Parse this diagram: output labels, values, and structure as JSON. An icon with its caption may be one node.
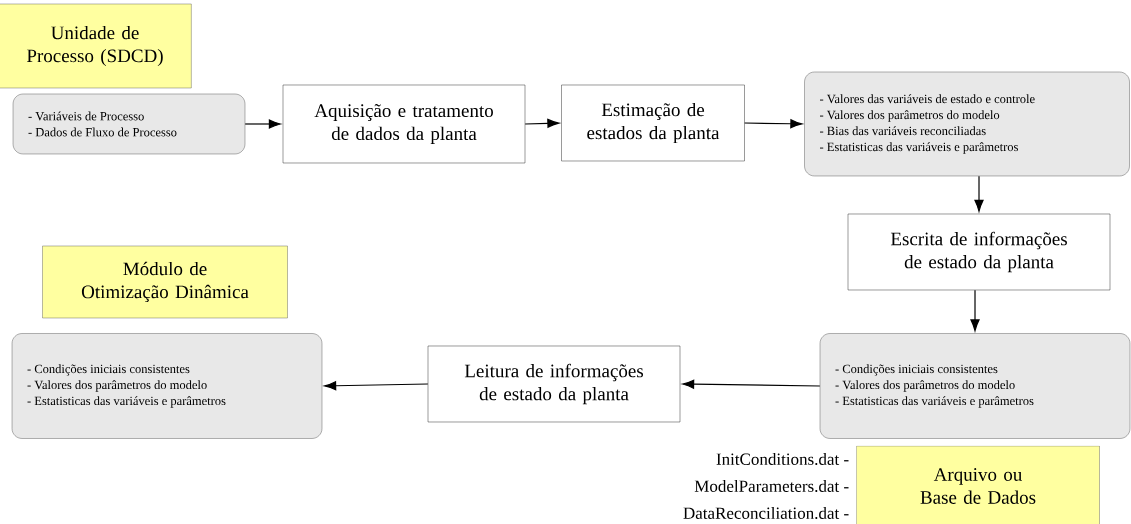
{
  "diagram": {
    "nodes": [
      {
        "text": [
          "Unidade de Processo (SDCD)"
        ]
      },
      {
        "text": [
          "- Variáveis de Processo",
          "- Dados de Fluxo de Processo"
        ]
      },
      {
        "text": [
          "Aquisição e tratamento de dados da planta"
        ]
      },
      {
        "text": [
          "Estimação de estados da planta"
        ]
      },
      {
        "text": [
          "- Valores das variáveis de estado e controle",
          "- Valores dos parâmetros do modelo",
          "- Bias das variáveis reconciliadas",
          "- Estatisticas das variáveis e parâmetros"
        ]
      },
      {
        "text": [
          "Escrita de informações de estado da planta"
        ]
      },
      {
        "text": [
          "Módulo de Otimização Dinâmica"
        ]
      },
      {
        "text": [
          "- Condições iniciais consistentes",
          "- Valores dos parâmetros do modelo",
          "- Estatisticas das variáveis e parâmetros"
        ]
      },
      {
        "text": [
          "Leitura de informações de estado da planta"
        ]
      },
      {
        "text": [
          "- Condições iniciais consistentes",
          "- Valores dos parâmetros do modelo",
          "- Estatisticas das variáveis e parâmetros"
        ]
      },
      {
        "text": [
          "Arquivo ou Base de Dados"
        ],
        "beside": [
          "InitConditions.dat -",
          "ModelParameters.dat -",
          "DataReconciliation.dat -"
        ]
      }
    ],
    "edges": [
      {
        "from": 1,
        "to": 2,
        "arrow": "to"
      },
      {
        "from": 2,
        "to": 3,
        "arrow": "to"
      },
      {
        "from": 3,
        "to": 4,
        "arrow": "to"
      },
      {
        "from": 4,
        "to": 5,
        "arrow": "to"
      },
      {
        "from": 5,
        "to": 9,
        "arrow": "to"
      },
      {
        "from": 9,
        "to": 8,
        "arrow": "to"
      },
      {
        "from": 8,
        "to": 7,
        "arrow": "to"
      }
    ]
  }
}
